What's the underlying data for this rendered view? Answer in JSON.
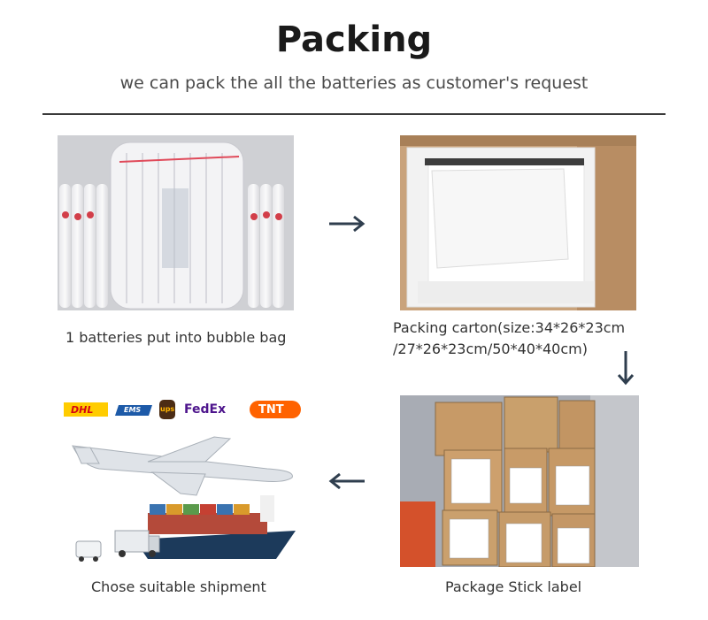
{
  "header": {
    "title": "Packing",
    "subtitle": "we can pack the all the batteries as customer's request"
  },
  "steps": [
    {
      "caption": "1 batteries put into bubble bag"
    },
    {
      "caption_line1": "Packing carton(size:34*26*23cm",
      "caption_line2": "/27*26*23cm/50*40*40cm)"
    },
    {
      "caption": "Package Stick label"
    },
    {
      "caption": "Chose suitable shipment"
    }
  ],
  "carriers": [
    "DHL",
    "EMS",
    "ups",
    "FedEx",
    "TNT"
  ],
  "colors": {
    "arrow": "#2f3e4e",
    "dhl": "#d40511",
    "dhl_bg": "#ffcc00",
    "ems": "#1d5aa8",
    "ups": "#4b2c14",
    "fedex_purple": "#4d148c",
    "fedex_orange": "#ff6600",
    "tnt": "#ff6200"
  }
}
